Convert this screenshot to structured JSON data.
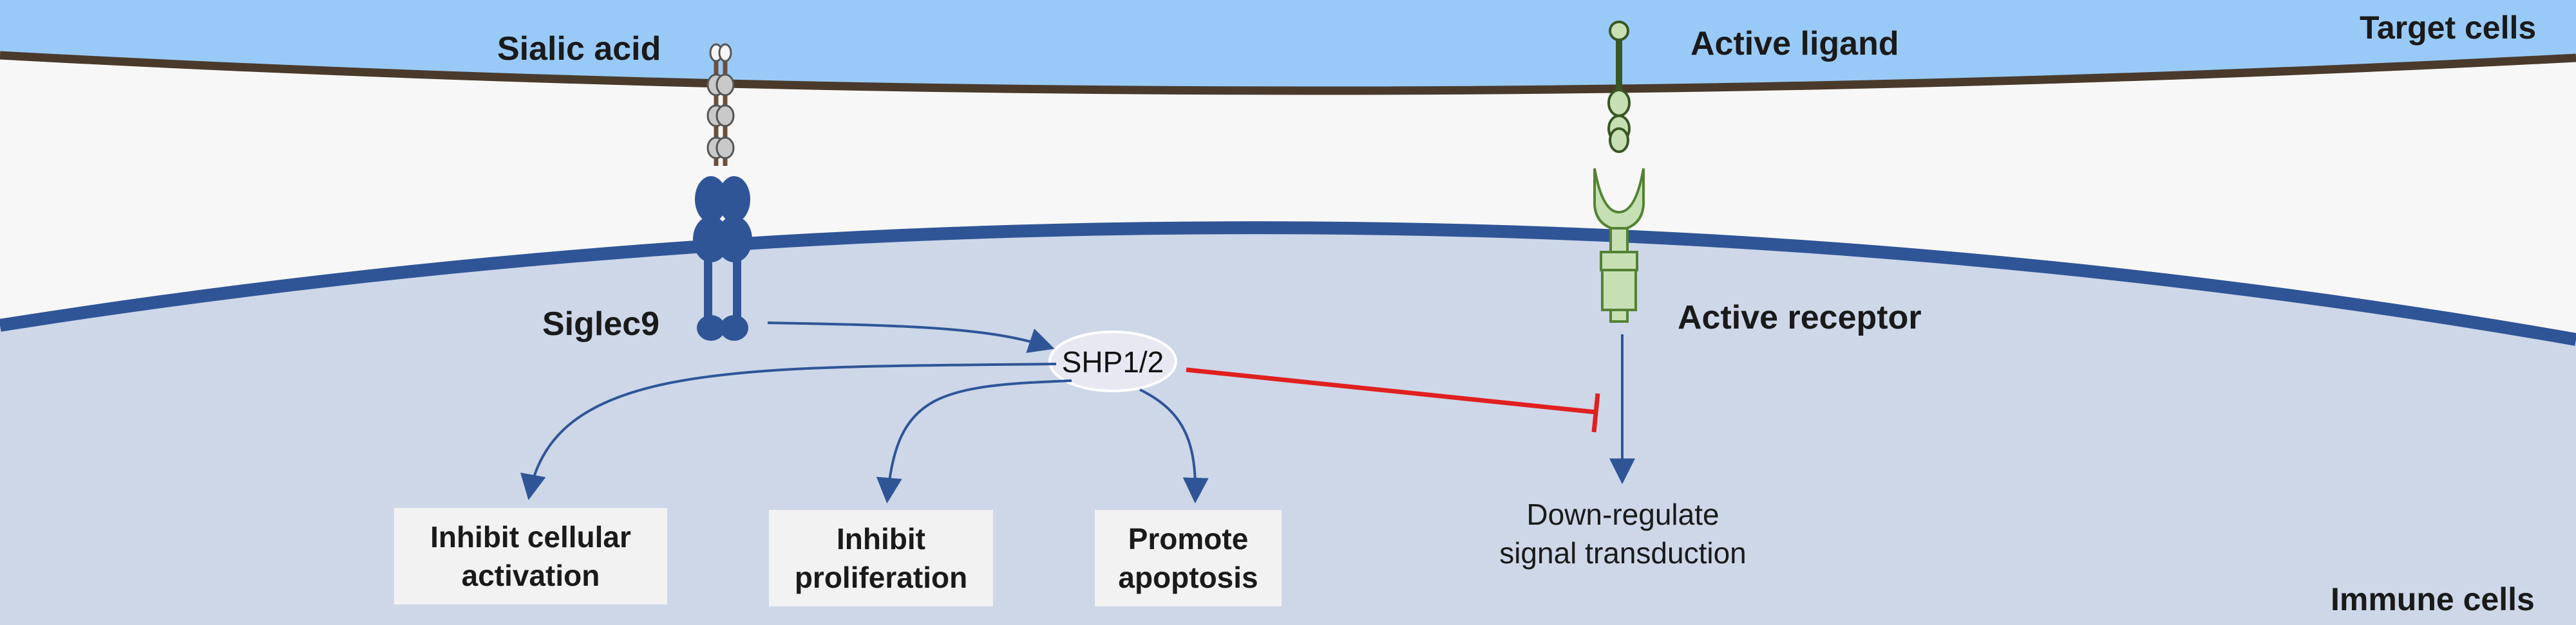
{
  "labels": {
    "target_cells": "Target cells",
    "immune_cells": "Immune cells",
    "sialic_acid": "Sialic acid",
    "active_ligand": "Active ligand",
    "siglec9": "Siglec9",
    "active_receptor": "Active receptor",
    "shp": "SHP1/2",
    "down_regulate": "Down-regulate\nsignal transduction"
  },
  "outcomes": [
    "Inhibit cellular\nactivation",
    "Inhibit\nproliferation",
    "Promote\napoptosis"
  ],
  "colors": {
    "target_cell": "#99caf7",
    "membrane": "#4a3a2c",
    "immune_cell": "#cdd7e8",
    "immune_membrane": "#2f5597",
    "siglec": "#2f5597",
    "receptor": "#c6e0b4",
    "inhibition": "#e02020",
    "arrow": "#2f5597"
  }
}
